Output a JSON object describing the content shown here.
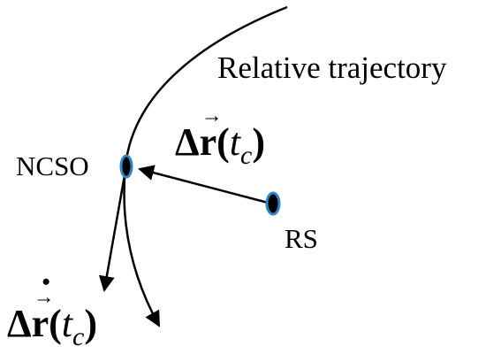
{
  "labels": {
    "trajectory": "Relative trajectory",
    "ncso": "NCSO",
    "rs": "RS"
  },
  "math": {
    "delta": "Δ",
    "r": "r",
    "open": "(",
    "t": "t",
    "sub": "c",
    "close": ")",
    "vec_arrow": "→",
    "dot": "•"
  },
  "colors": {
    "line": "#000000",
    "node_fill": "#000000",
    "node_outline": "#2e86c1"
  }
}
